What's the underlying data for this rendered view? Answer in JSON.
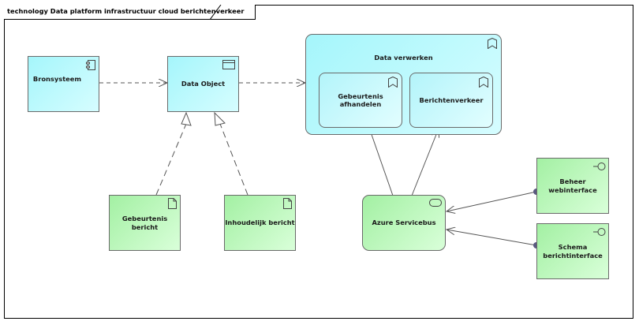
{
  "diagram": {
    "frame_title": "technology Data platform infrastructuur cloud berichtenverkeer",
    "nodes": {
      "bronsysteem": "Bronsysteem",
      "data_object": "Data Object",
      "data_verwerken": "Data verwerken",
      "gebeurtenis_afhandelen": "Gebeurtenis afhandelen",
      "berichtenverkeer": "Berichtenverkeer",
      "gebeurtenis_bericht": "Gebeurtenis bericht",
      "inhoudelijk_bericht": "Inhoudelijk bericht",
      "azure_servicebus": "Azure Servicebus",
      "beheer_webinterface": "Beheer webinterface",
      "schema_berichtinterface": "Schema berichtinterface"
    },
    "colors": {
      "application": "#a5f6fb",
      "technology": "#a3f0a3",
      "line": "#555555",
      "endpoint": "#5a5a80"
    },
    "icons": [
      "component-icon",
      "data-object-icon",
      "function-icon",
      "artifact-icon",
      "node-icon",
      "interface-icon"
    ]
  }
}
